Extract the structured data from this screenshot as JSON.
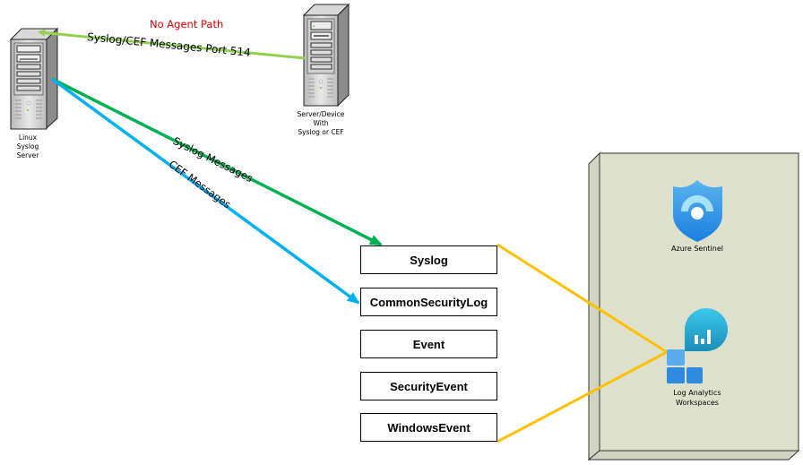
{
  "title": "No Agent Path",
  "nodes": {
    "linux_server": {
      "label_lines": [
        "Linux",
        "Syslog",
        "Server"
      ]
    },
    "source_device": {
      "label_lines": [
        "Server/Device",
        "With",
        "Syslog or CEF"
      ]
    },
    "sentinel": {
      "label": "Azure Sentinel"
    },
    "log_analytics": {
      "label_lines": [
        "Log Analytics",
        "Workspaces"
      ]
    }
  },
  "edges": {
    "syslog_cef": {
      "label": "Syslog/CEF Messages Port 514",
      "color": "#92d050"
    },
    "syslog": {
      "label": "Syslog Messages",
      "color": "#00b050"
    },
    "cef": {
      "label": "CEF Messages",
      "color": "#00b0f0"
    },
    "workspace_links": {
      "color": "#ffc000"
    }
  },
  "tables": [
    "Syslog",
    "CommonSecurityLog",
    "Event",
    "SecurityEvent",
    "WindowsEvent"
  ],
  "colors": {
    "title_red": "#e00000",
    "container_fill": "#dde0cb",
    "accent_blue": "#1e90e8"
  }
}
